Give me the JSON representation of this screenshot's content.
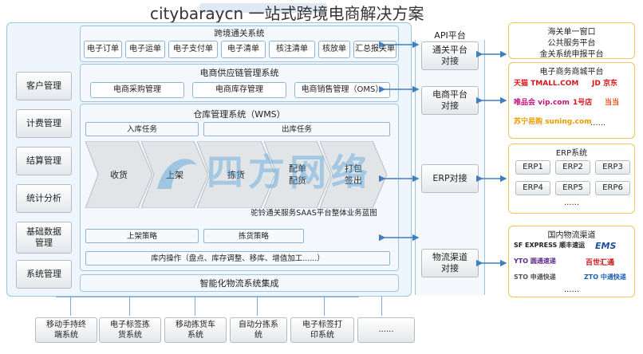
{
  "overlay_title": "citybaraycn 一站式跨境电商解决方案",
  "watermark": "四方网络",
  "left_menu": [
    "客户管理",
    "计费管理",
    "结算管理",
    "统计分析",
    "基础数据\n管理",
    "系统管理"
  ],
  "customs_system": {
    "title": "跨境通关系统",
    "items": [
      "电子订单",
      "电子运单",
      "电子支付单",
      "电子清单",
      "核注清单",
      "核放单",
      "汇总报关单"
    ]
  },
  "supply_chain": {
    "title": "电商供应链管理系统",
    "items": [
      "电商采购管理",
      "电商库存管理",
      "电商销售管理（OMS）"
    ]
  },
  "wms": {
    "title": "仓库管理系统（WMS）",
    "inbound": "入库任务",
    "outbound": "出库任务",
    "steps": [
      "收货",
      "上架",
      "拣货",
      "配单\n配货",
      "打包\n签出"
    ],
    "caption": "驼铃通关服务SAAS平台整体业务蓝图",
    "putaway_strategy": "上架策略",
    "picking_strategy": "拣货策略",
    "in_warehouse_ops": "库内操作（盘点、库存调整、移库、增值加工......）"
  },
  "logistics_integration": "智能化物流系统集成",
  "bottom_systems": [
    "移动手持终\n端系统",
    "电子标签拣\n货系统",
    "移动拣货车\n系统",
    "自动分拣系\n统",
    "电子标签打\n印系统",
    "......"
  ],
  "api_platform": {
    "title": "API平台",
    "connectors": [
      "通关平台\n对接",
      "电商平台\n对接",
      "ERP对接",
      "物流渠道\n对接"
    ]
  },
  "single_window": {
    "lines": [
      "海关单一窗口",
      "公共服务平台",
      "金关系统申报平台"
    ]
  },
  "ecommerce_platforms": {
    "title": "电子商务商城平台",
    "logos": [
      "天猫 TMALL.COM",
      "JD 京东",
      "唯品会 vip.com",
      "1号店",
      "当当",
      "苏宁易购 suning.com"
    ],
    "more": "......"
  },
  "erp": {
    "title": "ERP系统",
    "items": [
      "ERP1",
      "ERP2",
      "ERP3",
      "ERP4",
      "ERP5",
      "ERP6"
    ],
    "more": "......"
  },
  "logistics_channels": {
    "title": "国内物流渠道",
    "logos": [
      "SF EXPRESS 顺丰速运",
      "EMS",
      "YTO 圆通速递",
      "百世汇通",
      "STO 申通快递",
      "ZTO 中通快递"
    ],
    "more": "......"
  }
}
